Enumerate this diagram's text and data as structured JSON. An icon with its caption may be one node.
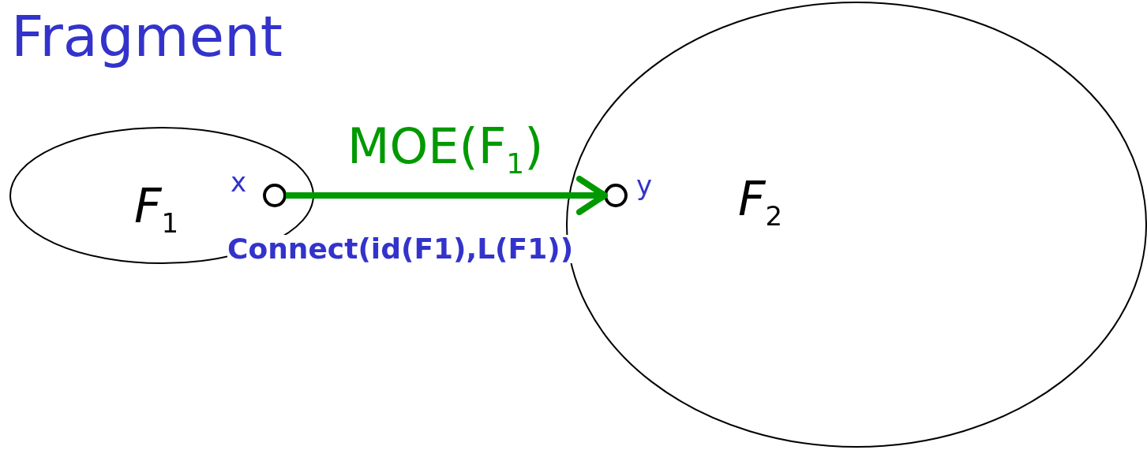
{
  "diagram": {
    "nodes": [
      {
        "text": [
          "F$_{1}$"
        ]
      },
      {
        "text": [],
        "shape": "circle",
        "in": 0,
        "beside": [
          "x"
        ]
      },
      {
        "text": [
          "F$_{2}$"
        ]
      },
      {
        "text": [],
        "shape": "circle",
        "in": 2,
        "beside": [
          "y"
        ]
      }
    ],
    "edges": [
      {
        "from": 1,
        "to": 3,
        "arrow": "to",
        "label": "MOE(F$_{1}$)",
        "color": "#009900"
      }
    ],
    "labels": [
      "Fragment",
      "Connect(id(F1),L(F1))"
    ]
  }
}
